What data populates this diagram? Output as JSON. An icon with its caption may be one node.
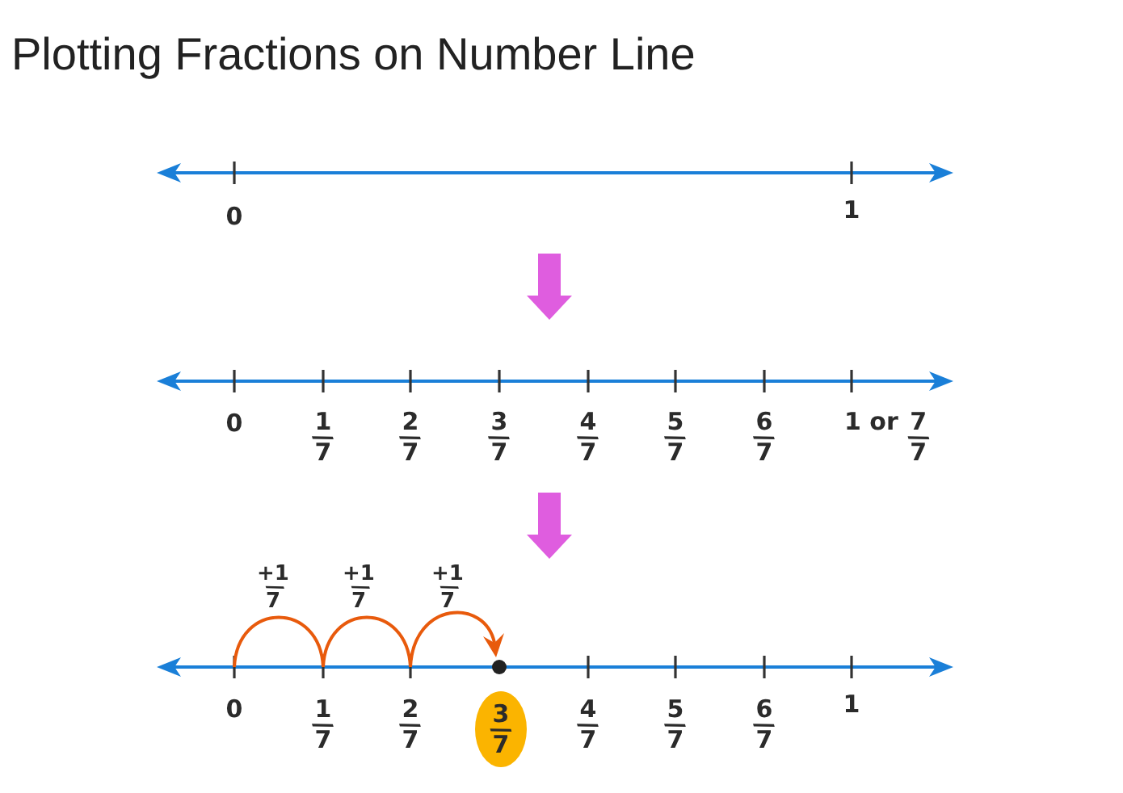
{
  "diagram": {
    "title": "Plotting Fractions on Number Line",
    "nodes": [
      {
        "text": [
          "3/7"
        ]
      }
    ],
    "labels": [
      "0",
      "1",
      "0",
      "1/7",
      "2/7",
      "3/7",
      "4/7",
      "5/7",
      "6/7",
      "1 or 7/7",
      "+1/7",
      "+1/7",
      "+1/7",
      "0",
      "1/7",
      "2/7",
      "4/7",
      "5/7",
      "6/7",
      "1"
    ]
  }
}
